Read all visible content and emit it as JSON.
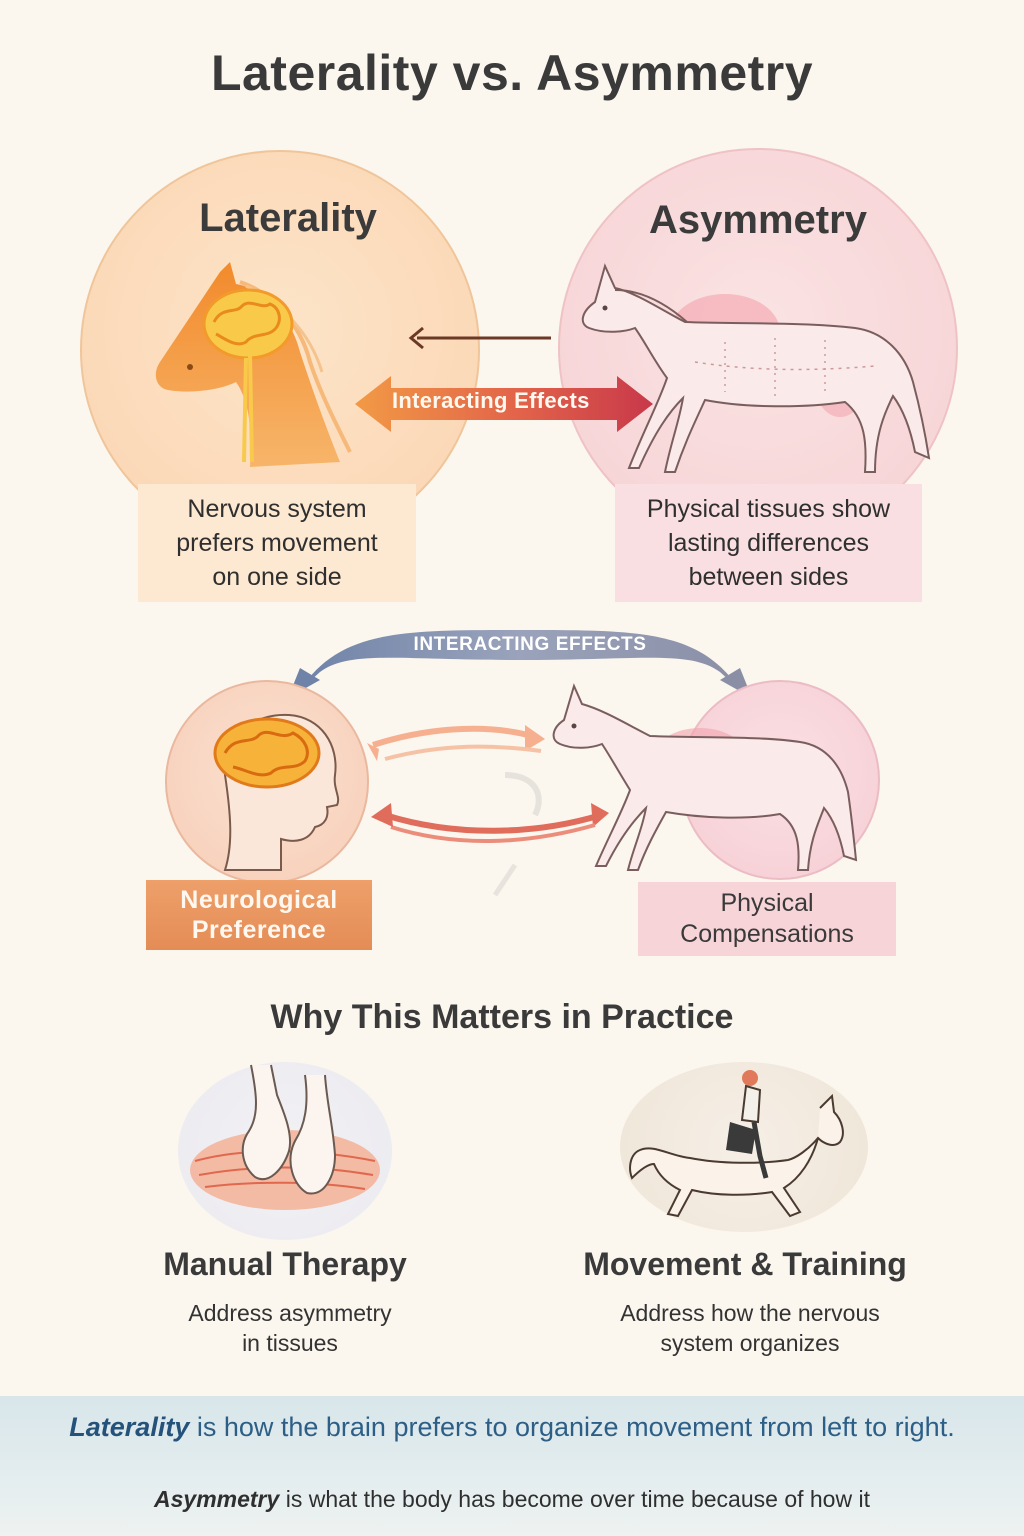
{
  "title": "Laterality vs. Asymmetry",
  "laterality": {
    "heading": "Laterality",
    "desc_lines": [
      "Nervous system",
      "prefers movement",
      "on one side"
    ],
    "icon": "horse-head-brain-icon"
  },
  "asymmetry": {
    "heading": "Asymmetry",
    "desc_lines": [
      "Physical tissues show",
      "lasting differences",
      "between sides"
    ],
    "icon": "horse-body-icon"
  },
  "middle_arrow_label": "Interacting Effects",
  "interaction": {
    "top_label": "INTERACTING EFFECTS",
    "left_tag_lines": [
      "Neurological",
      "Preference"
    ],
    "right_tag_lines": [
      "Physical",
      "Compensations"
    ]
  },
  "practice": {
    "heading": "Why This Matters in Practice",
    "cards": [
      {
        "title": "Manual Therapy",
        "desc_lines": [
          "Address asymmetry",
          "in tissues"
        ],
        "icon": "hands-massage-icon"
      },
      {
        "title": "Movement & Training",
        "desc_lines": [
          "Address how the nervous",
          "system organizes"
        ],
        "icon": "horse-rider-icon"
      }
    ]
  },
  "footer": {
    "line1_em": "Laterality",
    "line1_rest": " is how the brain prefers to organize movement from left to right.",
    "line2_em": "Asymmetry",
    "line2_rest": " is what the body has become over time because of how it"
  },
  "colors": {
    "laterality_accent": "#f3a45a",
    "asymmetry_accent": "#e9a3ab",
    "arrow_left": "#f29a45",
    "arrow_right": "#c8384a",
    "top_arc": "#7f8fb0"
  }
}
